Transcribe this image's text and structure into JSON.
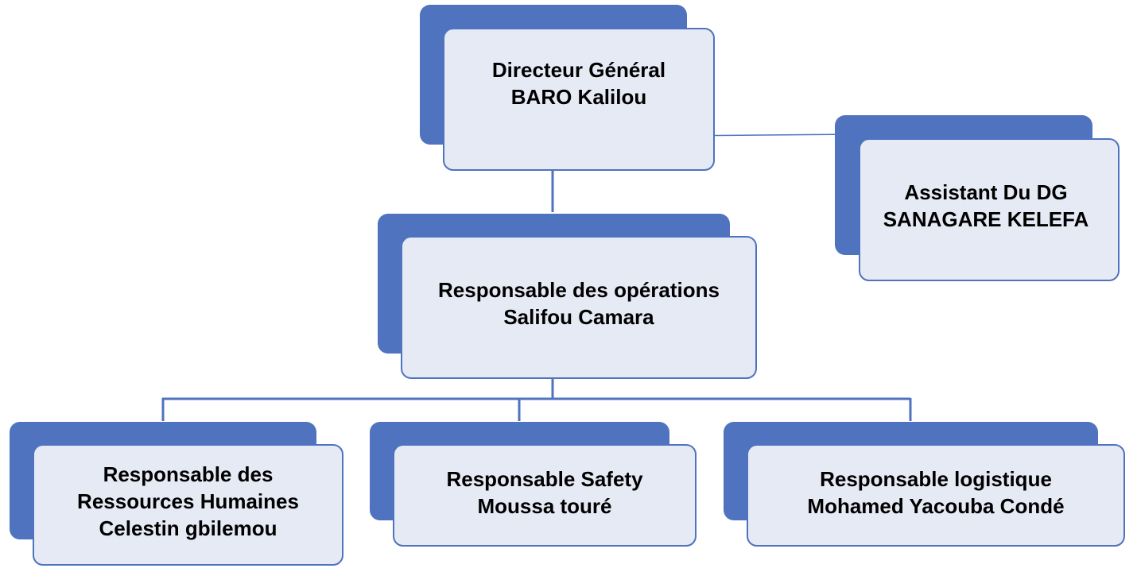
{
  "nodes": {
    "director": {
      "title": "Directeur Général",
      "name": "BARO Kalilou"
    },
    "assistant": {
      "title": "Assistant Du DG",
      "name": "SANAGARE KELEFA"
    },
    "operations": {
      "title": "Responsable des opérations",
      "name": "Salifou Camara"
    },
    "hr": {
      "title_line1": "Responsable des",
      "title_line2": "Ressources Humaines",
      "name": "Celestin gbilemou"
    },
    "safety": {
      "title": "Responsable Safety",
      "name": "Moussa touré"
    },
    "logistics": {
      "title": "Responsable logistique",
      "name": "Mohamed Yacouba Condé"
    }
  },
  "colors": {
    "accent": "#4f73bf",
    "box_fill": "#e6eaf4",
    "text": "#000000"
  }
}
